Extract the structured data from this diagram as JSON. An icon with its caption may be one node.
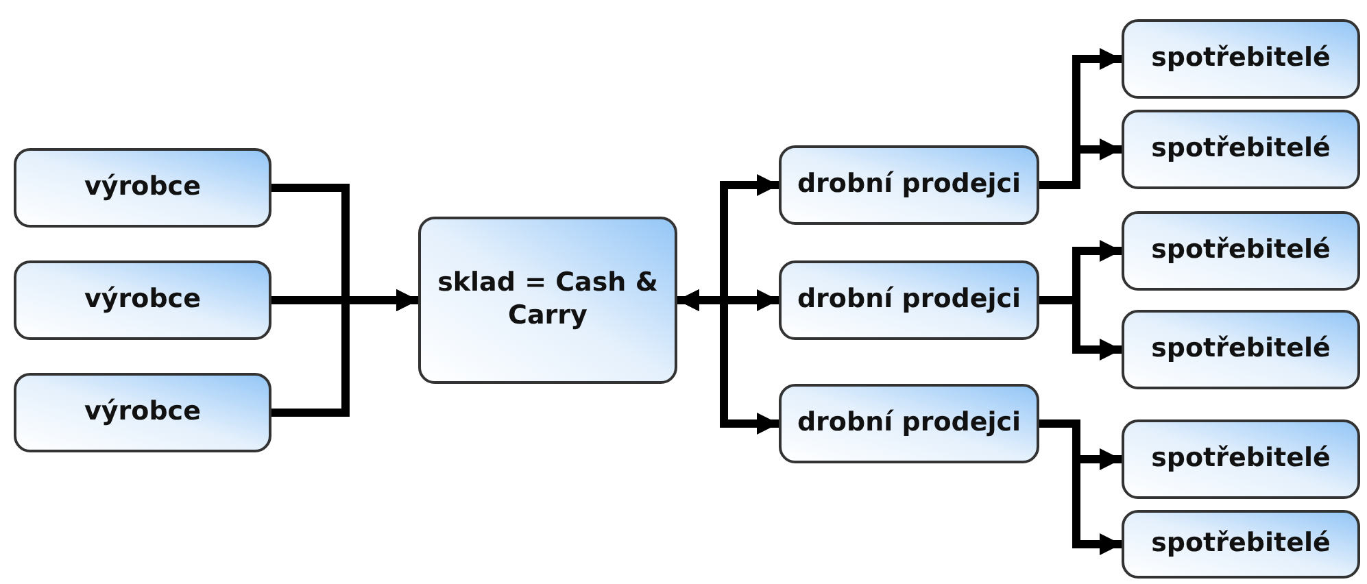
{
  "diagram": {
    "nodes": [
      {
        "text": [
          "výrobce"
        ]
      },
      {
        "text": [
          "výrobce"
        ]
      },
      {
        "text": [
          "výrobce"
        ]
      },
      {
        "text": [
          "sklad = Cash & Carry"
        ]
      },
      {
        "text": [
          "drobní prodejci"
        ]
      },
      {
        "text": [
          "drobní prodejci"
        ]
      },
      {
        "text": [
          "drobní prodejci"
        ]
      },
      {
        "text": [
          "spotřebitelé"
        ]
      },
      {
        "text": [
          "spotřebitelé"
        ]
      },
      {
        "text": [
          "spotřebitelé"
        ]
      },
      {
        "text": [
          "spotřebitelé"
        ]
      },
      {
        "text": [
          "spotřebitelé"
        ]
      },
      {
        "text": [
          "spotřebitelé"
        ]
      }
    ],
    "edges": [
      {
        "from": 0,
        "to": 3,
        "arrow": "to"
      },
      {
        "from": 1,
        "to": 3,
        "arrow": "to"
      },
      {
        "from": 2,
        "to": 3,
        "arrow": "to"
      },
      {
        "from": 3,
        "to": 4,
        "arrow": "both"
      },
      {
        "from": 3,
        "to": 5,
        "arrow": "both"
      },
      {
        "from": 3,
        "to": 6,
        "arrow": "both"
      },
      {
        "from": 4,
        "to": 7,
        "arrow": "to"
      },
      {
        "from": 4,
        "to": 8,
        "arrow": "to"
      },
      {
        "from": 5,
        "to": 9,
        "arrow": "to"
      },
      {
        "from": 5,
        "to": 10,
        "arrow": "to"
      },
      {
        "from": 6,
        "to": 11,
        "arrow": "to"
      },
      {
        "from": 6,
        "to": 12,
        "arrow": "to"
      }
    ]
  }
}
